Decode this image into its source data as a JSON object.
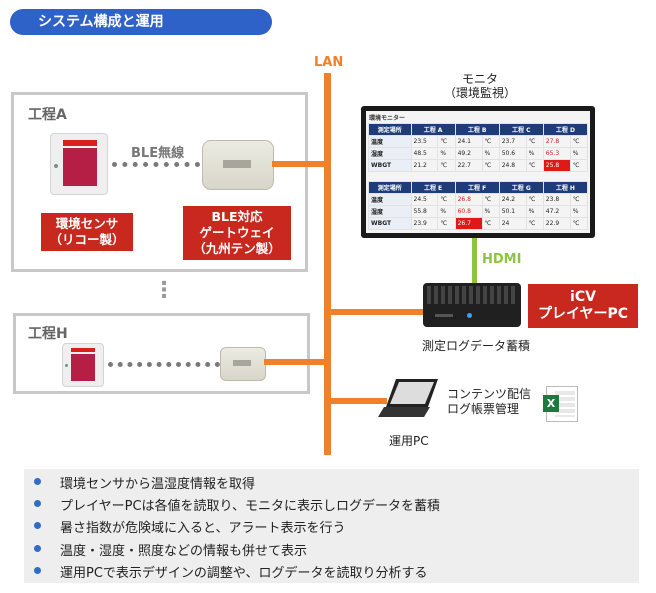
{
  "title": "システム構成と運用",
  "lan_label": "LAN",
  "hdmi_label": "HDMI",
  "process_a": {
    "label": "工程A",
    "ble_label": "BLE無線",
    "sensor_label": [
      "環境センサ",
      "（リコー製）"
    ],
    "gateway_label": [
      "BLE対応",
      "ゲートウェイ",
      "（九州テン製）"
    ]
  },
  "ellipsis": "⋮",
  "process_h": {
    "label": "工程H"
  },
  "monitor": {
    "caption": [
      "モニタ",
      "（環境監視）"
    ],
    "screen_title": "環境モニター",
    "tables": [
      {
        "header": [
          "測定場所",
          "工程 A",
          "工程 B",
          "工程 C",
          "工程 D"
        ],
        "rows": [
          [
            "温度",
            "23.5",
            "℃",
            "24.1",
            "℃",
            "23.7",
            "℃",
            "27.8",
            "℃"
          ],
          [
            "湿度",
            "48.5",
            "%",
            "49.2",
            "%",
            "50.6",
            "%",
            "65.3",
            "%"
          ],
          [
            "WBGT",
            "21.2",
            "℃",
            "22.7",
            "℃",
            "24.8",
            "℃",
            "25.8",
            "℃"
          ]
        ]
      },
      {
        "header": [
          "測定場所",
          "工程 E",
          "工程 F",
          "工程 G",
          "工程 H"
        ],
        "rows": [
          [
            "温度",
            "24.5",
            "℃",
            "26.8",
            "℃",
            "24.2",
            "℃",
            "23.8",
            "℃"
          ],
          [
            "湿度",
            "55.8",
            "%",
            "60.8",
            "%",
            "50.1",
            "%",
            "47.2",
            "%"
          ],
          [
            "WBGT",
            "23.9",
            "℃",
            "26.7",
            "℃",
            "24",
            "℃",
            "22.9",
            "℃"
          ]
        ]
      }
    ]
  },
  "player_label": [
    "iCV",
    "プレイヤーPC"
  ],
  "player_caption": "測定ログデータ蓄積",
  "ops_pc_caption": "運用PC",
  "ops_pc_notes": [
    "コンテンツ配信",
    "ログ帳票管理"
  ],
  "excel_glyph": "X",
  "bullets": [
    "環境センサから温湿度情報を取得",
    "プレイヤーPCは各値を読取り、モニタに表示しログデータを蓄積",
    "暑さ指数が危険域に入ると、アラート表示を行う",
    "温度・湿度・照度などの情報も併せて表示",
    "運用PCで表示デザインの調整や、ログデータを読取り分析する"
  ],
  "colors": {
    "lan": "#f0802a",
    "hdmi": "#8cc63f",
    "label_red": "#c8281e",
    "title_blue": "#2e62c9",
    "bullet_blue": "#2e6ec4"
  }
}
